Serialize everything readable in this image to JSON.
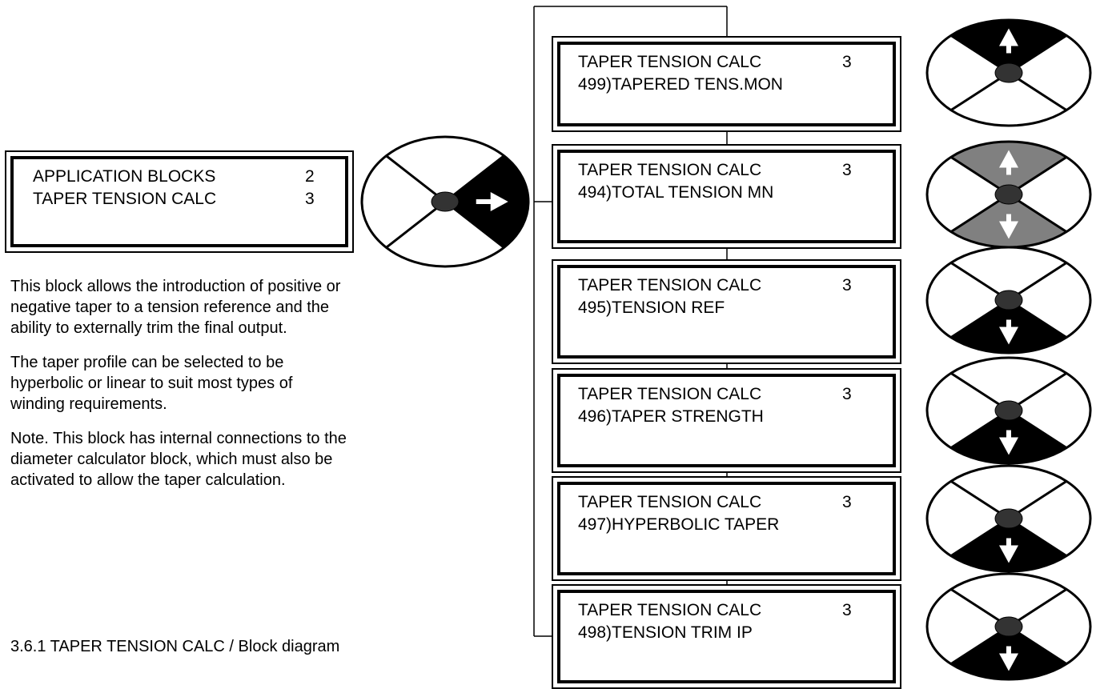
{
  "menu_entry": {
    "line1": "APPLICATION BLOCKS",
    "line1_num": "2",
    "line2": "TAPER TENSION CALC",
    "line2_num": "3"
  },
  "parameters": [
    {
      "header": "TAPER TENSION CALC",
      "header_num": "3",
      "item": "499)TAPERED TENS.MON",
      "keys": "up"
    },
    {
      "header": "TAPER TENSION CALC",
      "header_num": "3",
      "item": "494)TOTAL TENSION MN",
      "keys": "up-down-gray"
    },
    {
      "header": "TAPER TENSION CALC",
      "header_num": "3",
      "item": "495)TENSION REF",
      "keys": "down"
    },
    {
      "header": "TAPER TENSION CALC",
      "header_num": "3",
      "item": "496)TAPER STRENGTH",
      "keys": "down"
    },
    {
      "header": "TAPER TENSION CALC",
      "header_num": "3",
      "item": "497)HYPERBOLIC TAPER",
      "keys": "down"
    },
    {
      "header": "TAPER TENSION CALC",
      "header_num": "3",
      "item": "498)TENSION TRIM IP",
      "keys": "down"
    }
  ],
  "description": [
    "This block allows the introduction of positive or negative taper to a tension reference and the ability to externally trim the final output.",
    "The taper profile can be selected to be hyperbolic or linear to suit most types of winding requirements.",
    "Note. This block has internal connections to the diameter calculator block, which must also be activated to allow the taper calculation."
  ],
  "section_heading": "3.6.1 TAPER TENSION CALC / Block diagram",
  "colors": {
    "active_key": "#000000",
    "secondary_key": "#808080",
    "line": "#000000"
  }
}
